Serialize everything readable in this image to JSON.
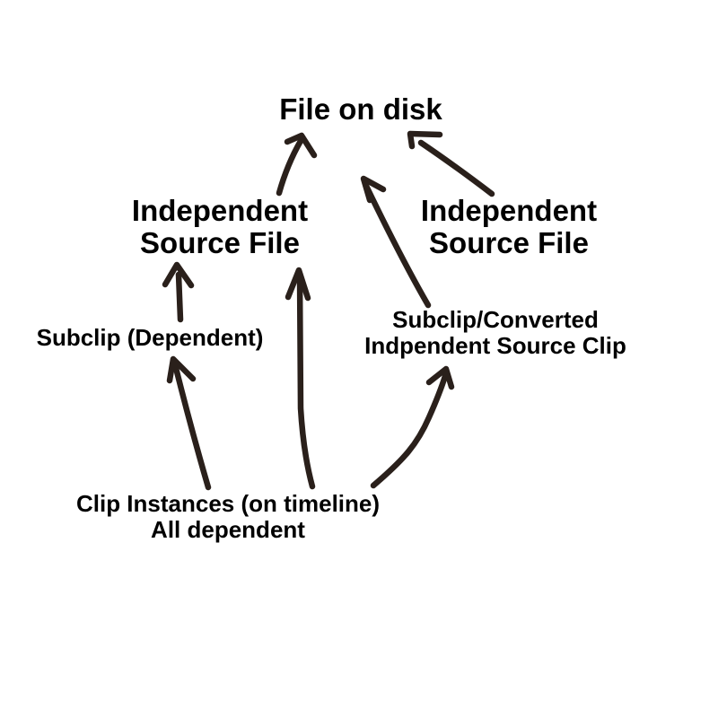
{
  "page": {
    "background_color": "#ffffff"
  },
  "diagram": {
    "ink_color": "#2a201b",
    "text_color": "#000000",
    "nodes": {
      "file_on_disk": {
        "label": "File on disk"
      },
      "source_left": {
        "line1": "Independent",
        "line2": "Source File"
      },
      "source_right": {
        "line1": "Independent",
        "line2": "Source File"
      },
      "subclip": {
        "label": "Subclip (Dependent)"
      },
      "converted": {
        "line1": "Subclip/Converted",
        "line2": "Indpendent Source Clip"
      },
      "clips": {
        "line1": "Clip Instances (on timeline)",
        "line2": "All dependent"
      }
    },
    "edges": [
      {
        "from": "source_left",
        "to": "file_on_disk"
      },
      {
        "from": "source_right",
        "to": "file_on_disk"
      },
      {
        "from": "subclip",
        "to": "source_left"
      },
      {
        "from": "clips",
        "to": "source_left"
      },
      {
        "from": "converted",
        "to": "file_on_disk"
      },
      {
        "from": "clips",
        "to": "subclip"
      },
      {
        "from": "clips",
        "to": "converted"
      }
    ]
  }
}
